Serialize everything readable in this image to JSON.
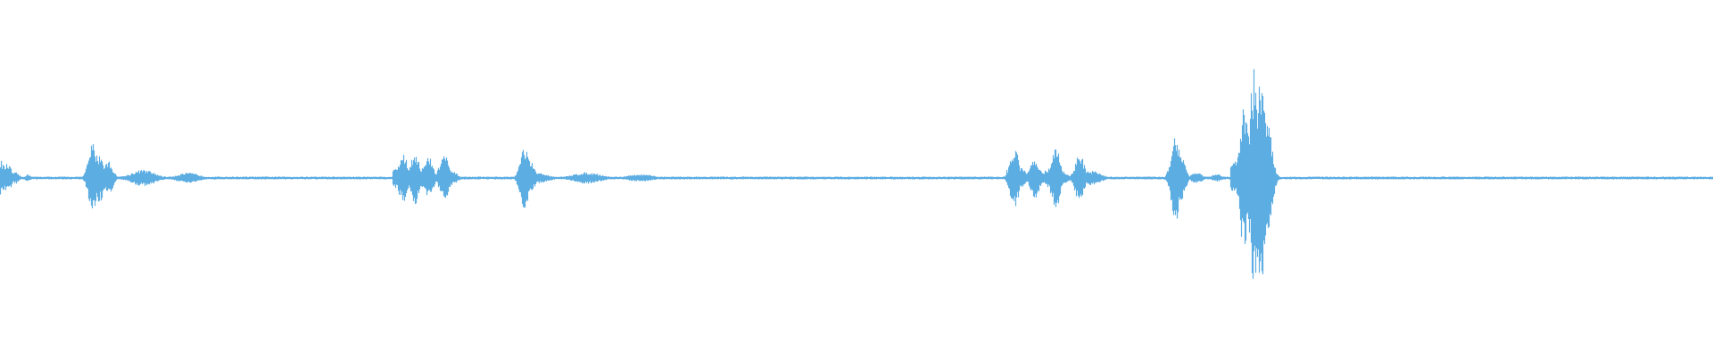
{
  "waveform": {
    "color": "#5DADE2",
    "background": "#FFFFFF",
    "baseline_amplitude": 0.008,
    "segments": [
      {
        "start": 0.0,
        "peak": 0.06,
        "end": 0.022,
        "peaks": [
          {
            "at": 0.0,
            "amp": 0.1
          },
          {
            "at": 0.004,
            "amp": 0.08
          }
        ],
        "body_amp": 0.035
      },
      {
        "start": 0.049,
        "peak": 0.053,
        "end": 0.132,
        "peaks": [
          {
            "at": 0.054,
            "amp": 0.2
          },
          {
            "at": 0.058,
            "amp": 0.14
          },
          {
            "at": 0.063,
            "amp": 0.1
          }
        ],
        "body_amp": 0.05
      },
      {
        "start": 0.229,
        "peak": 0.24,
        "end": 0.275,
        "peaks": [
          {
            "at": 0.235,
            "amp": 0.14
          },
          {
            "at": 0.242,
            "amp": 0.15
          },
          {
            "at": 0.25,
            "amp": 0.12
          },
          {
            "at": 0.259,
            "amp": 0.14
          }
        ],
        "body_amp": 0.07
      },
      {
        "start": 0.302,
        "peak": 0.306,
        "end": 0.4,
        "peaks": [
          {
            "at": 0.306,
            "amp": 0.18
          },
          {
            "at": 0.309,
            "amp": 0.1
          }
        ],
        "body_amp": 0.035
      },
      {
        "start": 0.587,
        "peak": 0.592,
        "end": 0.655,
        "peaks": [
          {
            "at": 0.592,
            "amp": 0.17
          },
          {
            "at": 0.604,
            "amp": 0.12
          },
          {
            "at": 0.616,
            "amp": 0.18
          },
          {
            "at": 0.63,
            "amp": 0.14
          }
        ],
        "body_amp": 0.07
      },
      {
        "start": 0.683,
        "peak": 0.686,
        "end": 0.72,
        "peaks": [
          {
            "at": 0.686,
            "amp": 0.25
          },
          {
            "at": 0.689,
            "amp": 0.14
          }
        ],
        "body_amp": 0.035
      },
      {
        "start": 0.718,
        "peak": 0.732,
        "end": 0.745,
        "peaks": [
          {
            "at": 0.726,
            "amp": 0.4
          },
          {
            "at": 0.732,
            "amp": 0.62
          },
          {
            "at": 0.736,
            "amp": 0.6
          },
          {
            "at": 0.74,
            "amp": 0.3
          }
        ],
        "body_amp": 0.1
      }
    ]
  }
}
